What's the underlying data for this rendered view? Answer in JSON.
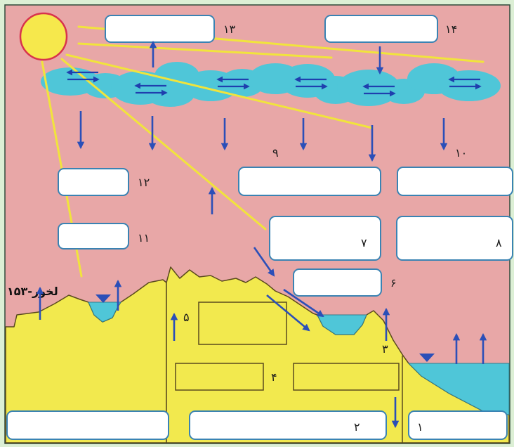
{
  "diagram": {
    "caption": "۱۵۳-لخور",
    "numbers": {
      "n1": "۱",
      "n2": "۲",
      "n3": "۳",
      "n4": "۴",
      "n5": "۵",
      "n6": "۶",
      "n7": "۷",
      "n8": "۸",
      "n9": "۹",
      "n10": "۱۰",
      "n11": "۱۱",
      "n12": "۱۲",
      "n13": "۱۳",
      "n14": "۱۴"
    }
  },
  "colors": {
    "background": "#dcefd5",
    "sky": "#e8a7a7",
    "sun": "#f6e84c",
    "sun_outline": "#d8334c",
    "cloud": "#4fc6d8",
    "water": "#4fc6d8",
    "ground": "#f2e94e",
    "arrow": "#2b4fb8",
    "sun_ray": "#f1e43c",
    "box_border": "#3a83b3"
  }
}
